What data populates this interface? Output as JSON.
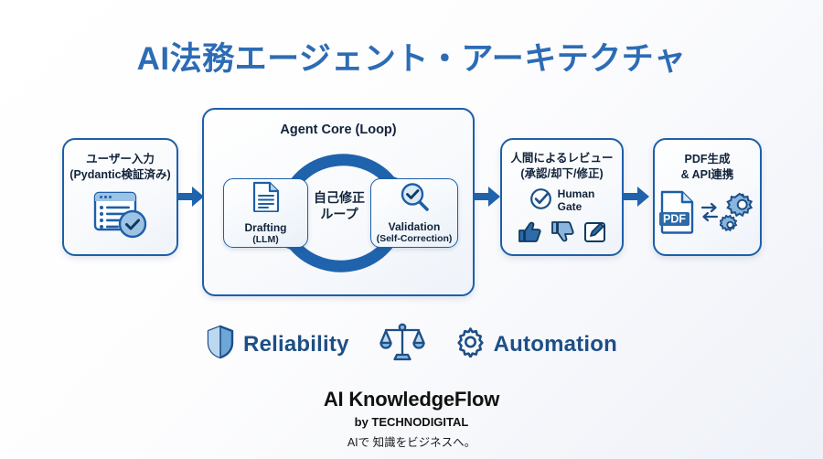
{
  "title": "AI法務エージェント・アーキテクチャ",
  "accent_colors": {
    "title_blue": "#2d6cb5",
    "border_blue": "#1d5fa8",
    "arrow_blue": "#1f63ac",
    "icon_light_blue": "#8ab6de",
    "badge_text": "#1d4f86"
  },
  "nodes": {
    "input": {
      "line1": "ユーザー入力",
      "line2": "(Pydantic検証済み)",
      "icon": "form-check-icon"
    },
    "core": {
      "title": "Agent Core (Loop)",
      "loop_label_line1": "自己修正",
      "loop_label_line2": "ループ",
      "drafting": {
        "label": "Drafting",
        "sub": "(LLM)",
        "icon": "document-icon"
      },
      "validation": {
        "label": "Validation",
        "sub": "(Self-Correction)",
        "icon": "magnifier-check-icon"
      }
    },
    "review": {
      "line1": "人間によるレビュー",
      "line2": "(承認/却下/修正)",
      "gate_line1": "Human",
      "gate_line2": "Gate",
      "icons": [
        "check-circle-icon",
        "thumbs-up-icon",
        "thumbs-down-icon",
        "edit-pencil-icon"
      ]
    },
    "pdf": {
      "line1": "PDF生成",
      "line2": "& API連携",
      "file_label": "PDF",
      "icons": [
        "pdf-file-icon",
        "exchange-arrows-icon",
        "gear-icon"
      ]
    }
  },
  "badges": [
    {
      "icon": "shield-icon",
      "label": "Reliability"
    },
    {
      "icon": "scales-icon",
      "label": ""
    },
    {
      "icon": "gear-icon",
      "label": "Automation"
    }
  ],
  "footer": {
    "brand": "AI KnowledgeFlow",
    "by": "by TECHNODIGITAL",
    "tagline": "AIで 知識をビジネスへ。"
  }
}
